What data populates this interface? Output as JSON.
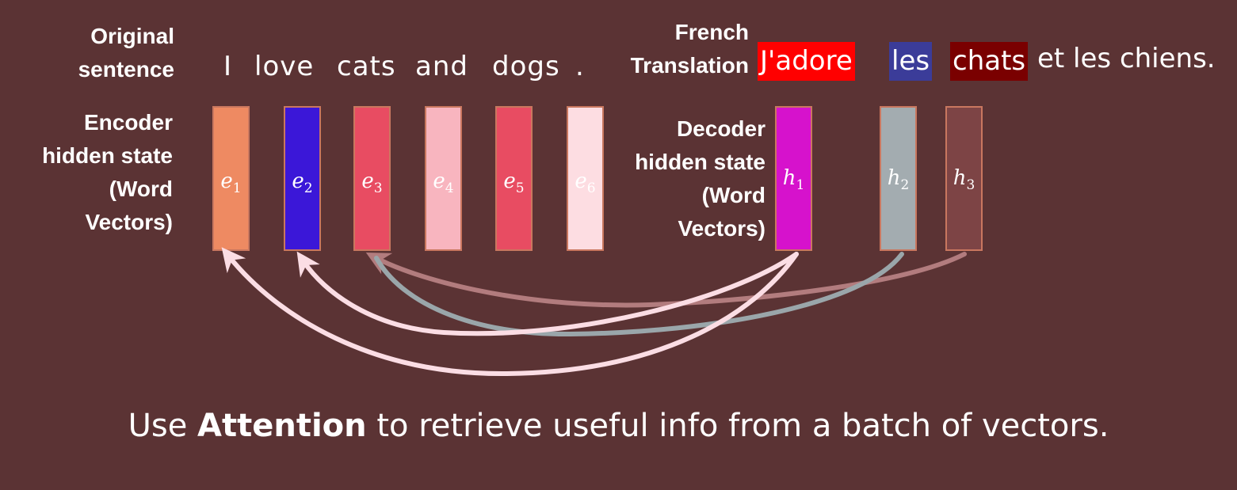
{
  "labels": {
    "original_line1": "Original",
    "original_line2": "sentence",
    "encoder_line1": "Encoder",
    "encoder_line2": "hidden state",
    "encoder_line3": "(Word",
    "encoder_line4": "Vectors)",
    "french_line1": "French",
    "french_line2": "Translation",
    "decoder_line1": "Decoder",
    "decoder_line2": "hidden state",
    "decoder_line3": "(Word",
    "decoder_line4": "Vectors)"
  },
  "original_words": [
    "I",
    "love",
    "cats",
    "and",
    "dogs",
    "."
  ],
  "translation": {
    "highlighted": [
      {
        "text": "J'adore",
        "color": "#ff0000"
      },
      {
        "text": "les",
        "color": "#3b3c99"
      },
      {
        "text": "chats",
        "color": "#7a0000"
      }
    ],
    "rest": "et les chiens."
  },
  "encoder_vectors": [
    {
      "name": "e",
      "sub": "1",
      "color": "#ee8a62"
    },
    {
      "name": "e",
      "sub": "2",
      "color": "#3b17d8"
    },
    {
      "name": "e",
      "sub": "3",
      "color": "#e84c62"
    },
    {
      "name": "e",
      "sub": "4",
      "color": "#f8b5bf"
    },
    {
      "name": "e",
      "sub": "5",
      "color": "#e84c62"
    },
    {
      "name": "e",
      "sub": "6",
      "color": "#fddde2"
    }
  ],
  "decoder_vectors": [
    {
      "name": "h",
      "sub": "1",
      "color": "#d612cc"
    },
    {
      "name": "h",
      "sub": "2",
      "color": "#a3acb0"
    },
    {
      "name": "h",
      "sub": "3",
      "color": "#7d4445"
    }
  ],
  "arrow_colors": {
    "h1": "#fbdde4",
    "h2": "#9aa6aa",
    "h3": "#b27c7e"
  },
  "caption": {
    "before": "Use ",
    "bold": "Attention",
    "after": " to retrieve useful info from a batch of vectors."
  }
}
